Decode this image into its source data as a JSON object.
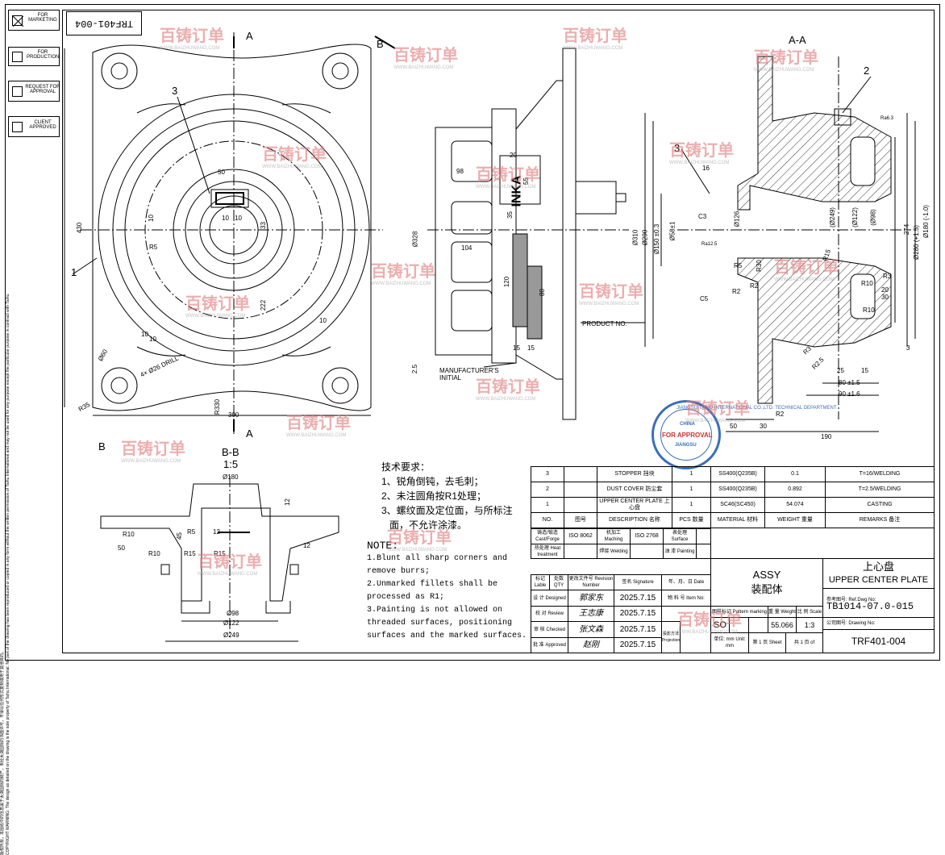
{
  "drawing_no": "TRF401-004",
  "left_stamps": [
    {
      "label": "FOR MARKETING"
    },
    {
      "label": "FOR PRODUCTION"
    },
    {
      "label": "REQUEST FOR APPROVAL"
    },
    {
      "label": "CLIENT APPROVED"
    }
  ],
  "copyright_cn": "版权所有，本图纸中的信息属于太湖国际的财产，未经太湖国际的书面许可，不得以任何形式复制或用于其他目的。",
  "copyright_en": "COPYRIGHT WARNING: The design as detailed on the drawing is the sole property of Taihu International. No part of the drawing has been reproduced or copied in any form without the written permission of Taihu International and may not be used for any purpose except the particular purpose in contract with Taihu.",
  "watermark": {
    "brand": "百铸订单",
    "url": "WWW.BAIZHUWANG.COM"
  },
  "section_labels": {
    "a_top": "A",
    "a_bottom": "A",
    "b_top": "B",
    "b_bottom": "B",
    "aa": "A-A",
    "bb": "B-B",
    "bb_scale": "1:5"
  },
  "front_view_dims": {
    "d430": "430",
    "d300": "300",
    "d50": "50",
    "d10a": "10",
    "d10b": "10",
    "d10c": "10",
    "d222": "222",
    "d33": "33",
    "r5": "R5",
    "phi60": "Ø60",
    "drill": "4× Ø26 DRILL",
    "r35": "R35",
    "r330": "R330",
    "ten_a": "10",
    "ten_b": "10",
    "ten_c": "10",
    "label_1": "1",
    "label_3": "3"
  },
  "side_view_dims": {
    "d98": "98",
    "d20": "20",
    "d55": "55",
    "d35": "35",
    "d104": "104",
    "d120": "120",
    "d80": "80",
    "d15a": "15",
    "d15b": "15",
    "d25": "2.5",
    "phi328": "Ø328",
    "product_no": "PRODUCT NO.",
    "manufacturer": "MANUFACTURER'S INITIAL",
    "cast_text": "INKA"
  },
  "section_aa_dims": {
    "phi310": "Ø310",
    "phi290": "Ø290",
    "phi150": "Ø150 ±0.3",
    "phi58": "Ø58±1",
    "phi126": "Ø126",
    "phi249": "(Ø249)",
    "phi122": "(Ø122)",
    "phi98": "(Ø98)",
    "d274": "274",
    "phi280": "Ø280 (+1.5)",
    "phi180": "Ø180 (-1.0)",
    "r15a": "R15",
    "r10a": "R10",
    "r10b": "R10",
    "d20": "20",
    "d30": "30",
    "r2a": "R2",
    "r2b": "R2",
    "r3": "R3",
    "r5": "R5",
    "r30": "R30",
    "r25": "R2.5",
    "d25": "25",
    "d15": "15",
    "d80": "80 ±1.5",
    "d90": "90 ±1.6",
    "d3": "3",
    "d50": "50",
    "d30b": "30",
    "d190": "190",
    "c3": "C3",
    "c5": "C5",
    "sixteen": "16",
    "label_2": "2",
    "label_3": "3",
    "ra32": "Ra6.3",
    "ra125": "Ra12.5",
    "r2c": "R2",
    "r3b": "R3"
  },
  "section_bb_dims": {
    "phi180": "Ø180",
    "phi98": "Ø98",
    "phi122": "Ø122",
    "phi249": "Ø249",
    "r10a": "R10",
    "r10b": "R10",
    "r15a": "R15",
    "r15b": "R15",
    "r5": "R5",
    "d45": "45",
    "d12a": "12",
    "d12b": "12",
    "d50": "50",
    "d12c": "12"
  },
  "tech_req_cn": {
    "title": "技术要求：",
    "items": [
      "1、锐角倒钝，去毛刺；",
      "2、未注圆角按R1处理；",
      "3、螺纹面及定位面，与所标注",
      "   面，不允许涂漆。"
    ]
  },
  "notes_en": {
    "title": "NOTE:",
    "items": [
      "1.Blunt all sharp corners and",
      "remove burrs;",
      "2.Unmarked fillets shall be",
      "processed as R1;",
      "3.Painting is not allowed on",
      "threaded surfaces, positioning",
      "surfaces and the marked surfaces."
    ]
  },
  "stamp": {
    "ring_text": "JIANGSU TAIHU INTERNATIONAL CO.,LTD. TECHNICAL DEPARTMENT",
    "china": "CHINA",
    "approval": "FOR APPROVAL",
    "jiangsu": "JIANGSU"
  },
  "bom": {
    "rows": [
      {
        "no": "3",
        "dwg": "",
        "desc": "STOPPER 挡块",
        "qty": "1",
        "material": "SS400(Q235B)",
        "weight": "0.1",
        "remarks": "T=16/WELDING"
      },
      {
        "no": "2",
        "dwg": "",
        "desc": "DUST COVER 防尘套",
        "qty": "1",
        "material": "SS400(Q235B)",
        "weight": "0.892",
        "remarks": "T=2.5/WELDING"
      },
      {
        "no": "1",
        "dwg": "",
        "desc": "UPPER CENTER PLATE 上心盘",
        "qty": "1",
        "material": "SC46(SC450)",
        "weight": "54.074",
        "remarks": "CASTING"
      }
    ],
    "header": {
      "no": "NO.",
      "dwg": "图号",
      "desc": "DESCRIPTION 名称",
      "qty": "PCS 数量",
      "material": "MATERIAL 材料",
      "weight": "WEIGHT 重量",
      "remarks": "REMARKS 备注"
    }
  },
  "standards": {
    "cast_label": "铸造/锻造 Cast/Forge",
    "cast_val": "ISO 8062",
    "mach_label": "机加工 Maching",
    "mach_val": "ISO 2768",
    "surf_label": "表处理 Surface",
    "heat_label": "热处理 Heat treatment",
    "weld_label": "焊接 Welding",
    "paint_label": "油 漆 Painting"
  },
  "signatures": {
    "hdr_mark": "标记 Lable",
    "hdr_qty": "处数 QTY",
    "hdr_rev": "更改文件号 Revision Number",
    "hdr_sign": "签名 Signature",
    "hdr_date": "年、月、日 Date",
    "designed": "设 计 Designed",
    "review": "校 对 Review",
    "checked": "审 核 Checked",
    "approved": "批 准 Approved",
    "designed_sig": "郭家东",
    "review_sig": "王志康",
    "checked_sig": "张文森",
    "approved_sig": "赵刚",
    "date1": "2025.7.15",
    "date2": "2025.7.15",
    "date3": "2025.7.15",
    "date4": "2025.7.15",
    "item_no": "物 料 号 Item No:",
    "projection": "投影方法 Projection",
    "pattern": "图样标记 Pattern marking",
    "weight_lbl": "重 量 Weight",
    "scale_lbl": "比 例 Scale",
    "so": "SO",
    "weight": "55.066",
    "scale": "1:3",
    "unit": "单位: mm Unit: mm",
    "sheet": "第 1 页 Sheet",
    "of": "共 1 页 of"
  },
  "title_block": {
    "assy_en": "ASSY",
    "assy_cn": "装配体",
    "name_cn": "上心盘",
    "name_en": "UPPER CENTER PLATE",
    "ref_label": "参考图号: Ref.Dwg No:",
    "ref_no": "TB1014-07.0-015",
    "drawing_label": "公司图号: Drawing No:",
    "drawing_no": "TRF401-004"
  }
}
